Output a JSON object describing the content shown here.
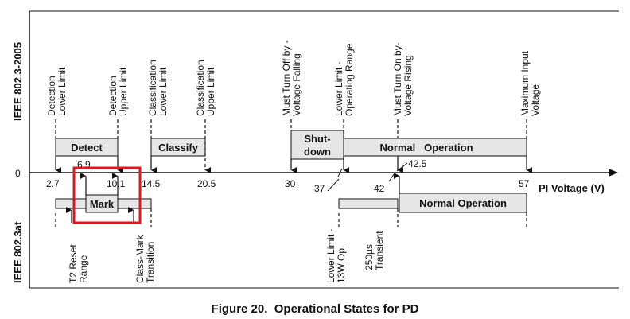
{
  "side_labels": {
    "top": "IEEE 802.3-2005",
    "bottom": "IEEE 802.3at"
  },
  "zero_label": "0",
  "axis_label": "PI Voltage (V)",
  "ticks": [
    "2.7",
    "6.9",
    "10.1",
    "14.5",
    "20.5",
    "30",
    "37",
    "42",
    "42.5",
    "57"
  ],
  "top_labels": [
    [
      "Detection",
      "Lower Limit"
    ],
    [
      "Detection",
      "Upper Limit"
    ],
    [
      "Classification",
      "Lower Limit"
    ],
    [
      "Classification",
      "Upper Limit"
    ],
    [
      "Must Turn Off by -",
      "Voltage Falling"
    ],
    [
      "Lower Limit -",
      "Operating Range"
    ],
    [
      "Must Turn On by-",
      "Voltage Rising"
    ],
    [
      "Maximum Input",
      "Voltage"
    ]
  ],
  "top_boxes": [
    "Detect",
    "Classify",
    "Normal   Operation"
  ],
  "shutdown_label": [
    "Shut-",
    "down"
  ],
  "bottom_boxes": [
    "Mark",
    "Normal Operation"
  ],
  "bottom_labels": [
    [
      "T2 Reset",
      "Range"
    ],
    [
      "Class-Mark",
      "Transition"
    ],
    [
      "Lower Limit -",
      "13W Op."
    ],
    [
      "250µs",
      "Transient"
    ]
  ],
  "caption": "Figure 20.  Operational States for PD",
  "colors": {
    "box_fill": "#e6e6e6",
    "highlight": "#e8141c",
    "line": "#111111"
  }
}
